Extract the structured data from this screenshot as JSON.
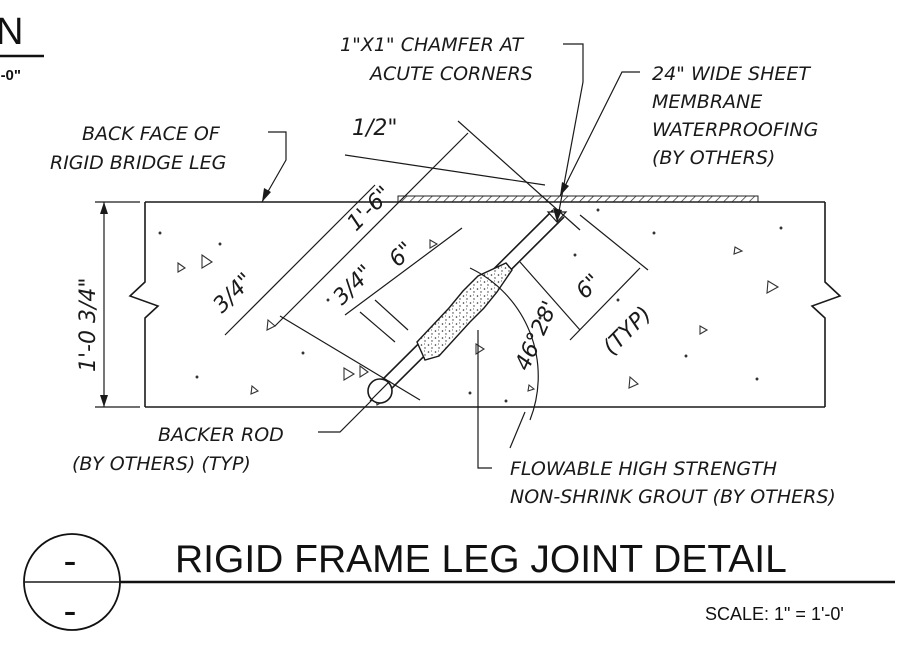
{
  "header": {
    "fragment": "N",
    "scale_fragment": "'-0\""
  },
  "labels": {
    "chamfer_line1": "1\"X1\" CHAMFER AT",
    "chamfer_line2": "ACUTE CORNERS",
    "membrane_line1": "24\" WIDE SHEET",
    "membrane_line2": "MEMBRANE",
    "membrane_line3": "WATERPROOFING",
    "membrane_line4": "(BY OTHERS)",
    "back_face_line1": "BACK FACE OF",
    "back_face_line2": "RIGID BRIDGE LEG",
    "backer_line1": "BACKER ROD",
    "backer_line2": "(BY OTHERS) (TYP)",
    "grout_line1": "FLOWABLE HIGH STRENGTH",
    "grout_line2": "NON-SHRINK GROUT (BY OTHERS)"
  },
  "dimensions": {
    "half_inch": "1/2\"",
    "one_six": "1'-6\"",
    "three_quarter_a": "3/4\"",
    "three_quarter_b": "3/4\"",
    "six_a": "6\"",
    "six_typ": "6\"",
    "typ": "(TYP)",
    "angle": "46°28'",
    "depth": "1'-0 3/4\""
  },
  "title": {
    "main": "RIGID FRAME LEG JOINT DETAIL",
    "scale": "SCALE:  1\" = 1'-0'",
    "bubble_top": "-",
    "bubble_bottom": "-"
  }
}
